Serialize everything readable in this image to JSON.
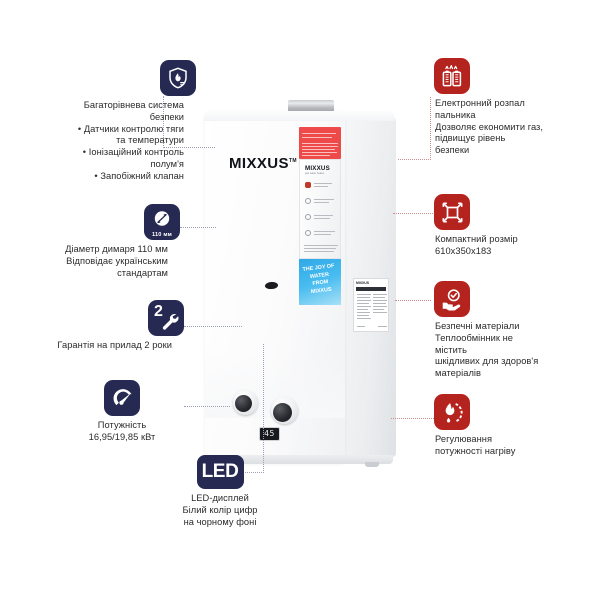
{
  "product": {
    "brand": "MIXXUS",
    "brand_tm": "TM",
    "sticker": {
      "logo": "MIXXUS",
      "sublabel": "gas water heater",
      "blue_slogan": "THE JOY OF WATER FROM MIXXUS"
    },
    "led_display_value": "45",
    "side_label_brand": "MIXXUS"
  },
  "features": [
    {
      "id": "multilevel-safety",
      "color": "navy",
      "icon": "shield-flame-icon",
      "caption": "Багаторівнева система\nбезпеки\n• Датчики контролю тяги\nта температури\n• Іонізаційний контроль\nполум'я\n• Запобіжний клапан"
    },
    {
      "id": "chimney-diameter",
      "color": "navy",
      "icon": "pipe-diameter-icon",
      "badge": "110 мм",
      "caption": "Діаметр димаря 110 мм\nВідповідає українським\nстандартам"
    },
    {
      "id": "warranty",
      "color": "navy",
      "icon": "wrench-icon",
      "badge": "2",
      "caption": "Гарантія на прилад 2 роки"
    },
    {
      "id": "power",
      "color": "navy",
      "icon": "gauge-icon",
      "caption": "Потужність\n16,95/19,85 кВт"
    },
    {
      "id": "led-display",
      "color": "navy",
      "icon": "led-text-icon",
      "badge": "LED",
      "caption": "LED-дисплей\nБілий колір цифр\nна чорному фоні"
    },
    {
      "id": "electronic-ignition",
      "color": "red",
      "icon": "batteries-spark-icon",
      "caption": "Електронний розпал\nпальника\nДозволяє економити газ,\nпідвищує рівень\nбезпеки"
    },
    {
      "id": "compact-size",
      "color": "red",
      "icon": "dimensions-icon",
      "caption": "Компактний розмір\n610х350х183"
    },
    {
      "id": "safe-materials",
      "color": "red",
      "icon": "hand-check-icon",
      "caption": "Безпечні матеріали\nТеплообмінник не\nмістить\nшкідливих для здоров'я\nматеріалів"
    },
    {
      "id": "heat-regulation",
      "color": "red",
      "icon": "flame-dial-icon",
      "caption": "Регулювання\nпотужності нагріву"
    }
  ],
  "colors": {
    "navy": "#262a52",
    "red": "#b5231f",
    "connector_navy": "#9aa0b5",
    "connector_red": "#cf8c8a",
    "background": "#ffffff",
    "text": "#2b2b2b"
  }
}
